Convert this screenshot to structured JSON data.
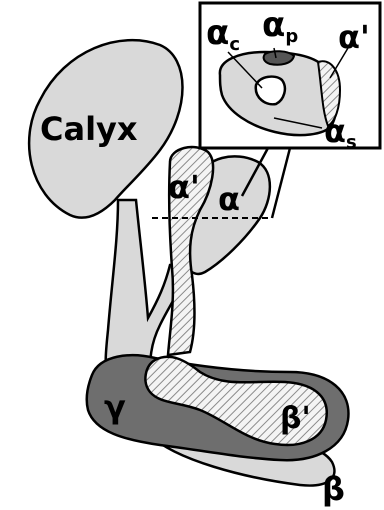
{
  "labels": {
    "calyx": "Calyx",
    "alpha_prime": "α'",
    "alpha": "α",
    "gamma": "γ",
    "beta_prime": "β'",
    "beta": "β"
  },
  "inset": {
    "alpha_c": {
      "base": "α",
      "sub": "c"
    },
    "alpha_p": {
      "base": "α",
      "sub": "p"
    },
    "alpha_prime": "α'",
    "alpha_s": {
      "base": "α",
      "sub": "s"
    }
  },
  "colors": {
    "light_lobe": "#d9d9d9",
    "gamma_lobe": "#6e6e6e",
    "alpha_p_region": "#555555",
    "hatch": "#8a8a8a",
    "outline": "#000000"
  }
}
